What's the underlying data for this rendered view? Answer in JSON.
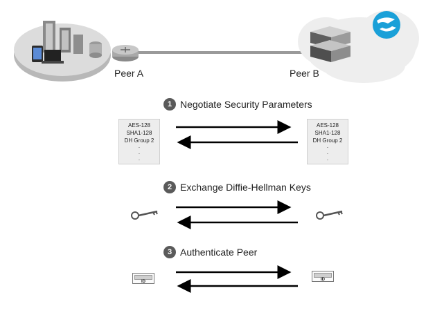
{
  "peers": {
    "a_label": "Peer A",
    "b_label": "Peer B"
  },
  "steps": [
    {
      "number": "1",
      "title": "Negotiate Security Parameters"
    },
    {
      "number": "2",
      "title": "Exchange Diffie-Hellman Keys"
    },
    {
      "number": "3",
      "title": "Authenticate Peer"
    }
  ],
  "params": {
    "line1": "AES-128",
    "line2": "SHA1-128",
    "line3": "DH Group 2"
  },
  "id_label": "ID"
}
